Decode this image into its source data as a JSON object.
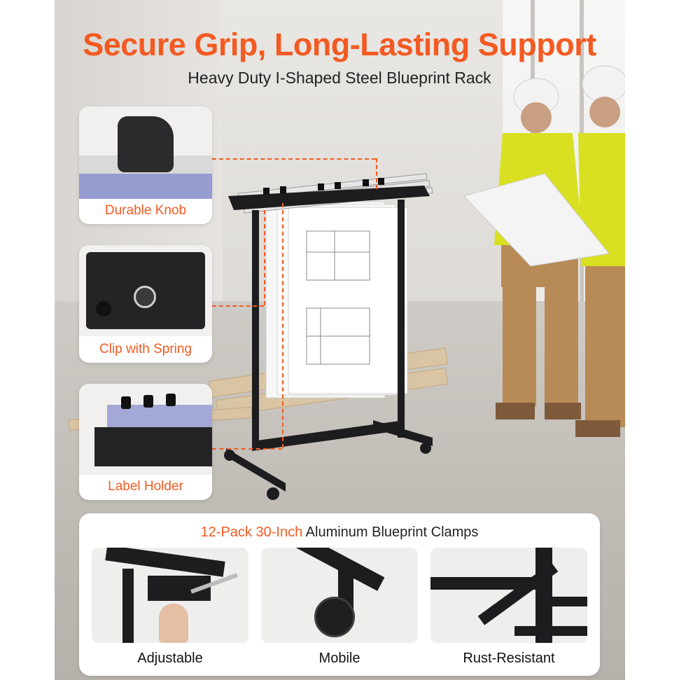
{
  "hero": {
    "headline": "Secure Grip, Long-Lasting Support",
    "subheadline": "Heavy Duty I-Shaped Steel Blueprint Rack"
  },
  "callouts": [
    {
      "label": "Durable Knob",
      "icon": "knob-icon"
    },
    {
      "label": "Clip with Spring",
      "icon": "spring-clip-icon"
    },
    {
      "label": "Label Holder",
      "icon": "label-holder-icon"
    }
  ],
  "features": {
    "title_accent": "12-Pack 30-Inch",
    "title_rest": "Aluminum Blueprint Clamps",
    "items": [
      {
        "label": "Adjustable",
        "icon": "hex-key-icon"
      },
      {
        "label": "Mobile",
        "icon": "caster-wheel-icon"
      },
      {
        "label": "Rust-Resistant",
        "icon": "steel-frame-icon"
      }
    ]
  },
  "colors": {
    "accent": "#f35a22",
    "text": "#222222",
    "steel": "#1d1d1f",
    "vest": "#d8e021"
  }
}
